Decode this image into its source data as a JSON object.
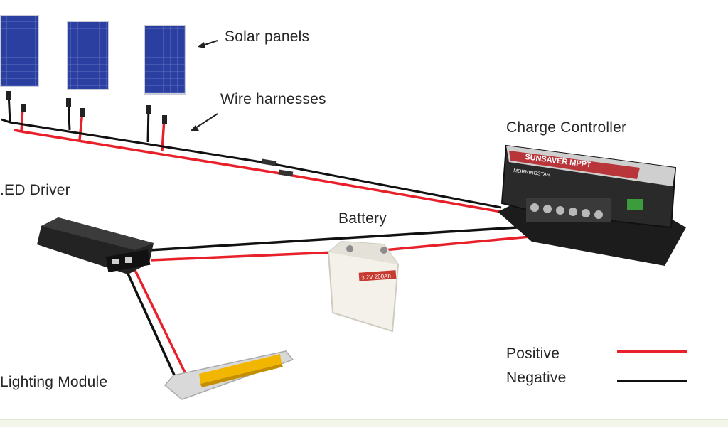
{
  "labels": {
    "solar_panels": "Solar panels",
    "wire_harnesses": "Wire harnesses",
    "charge_controller": "Charge Controller",
    "led_driver": ".ED Driver",
    "battery": "Battery",
    "lighting_module": "Lighting Module"
  },
  "legend": {
    "positive": "Positive",
    "negative": "Negative",
    "positive_color": "#e8202a",
    "negative_color": "#111111"
  },
  "controller": {
    "brand": "SUNSAVER MPPT",
    "sub": "MORNINGSTAR"
  },
  "battery": {
    "spec": "3.2V 200Ah"
  }
}
